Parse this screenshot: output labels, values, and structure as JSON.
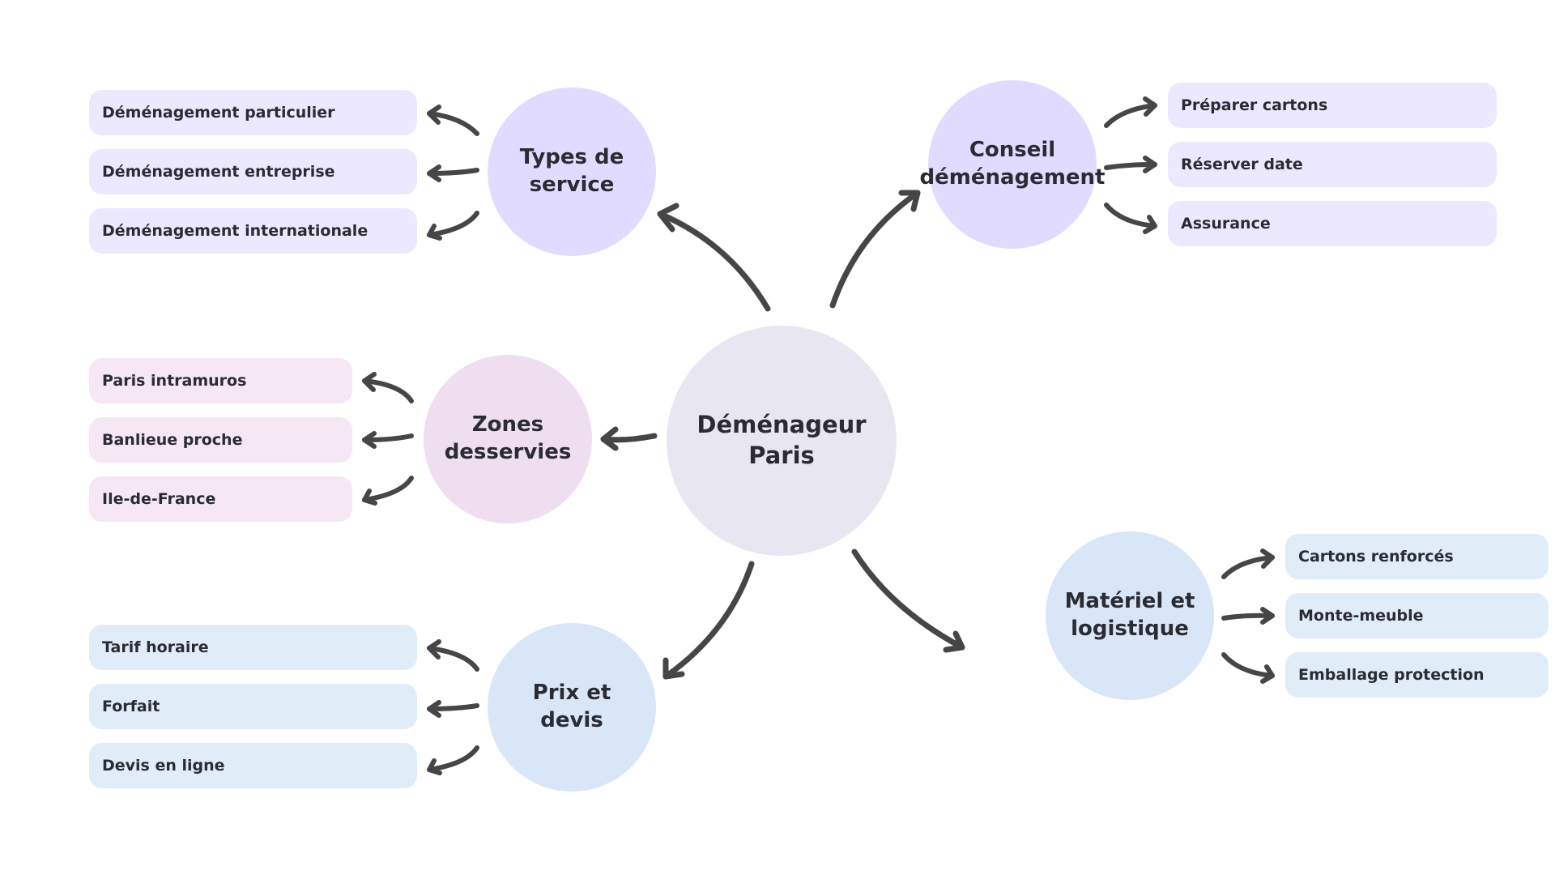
{
  "center": {
    "label": "Déménageur Paris"
  },
  "topics": {
    "types": {
      "label": "Types de service",
      "color": "#e1dcff",
      "items": [
        "Déménagement particulier",
        "Déménagement entreprise",
        "Déménagement internationale"
      ]
    },
    "conseil": {
      "label": "Conseil déménagement",
      "color": "#e1dcff",
      "items": [
        "Préparer cartons",
        "Réserver date",
        "Assurance"
      ]
    },
    "zones": {
      "label": "Zones desservies",
      "color": "#eedef0",
      "items": [
        "Paris intramuros",
        "Banlieue proche",
        "Ile-de-France"
      ]
    },
    "prix": {
      "label": "Prix et devis",
      "color": "#d8e6f8",
      "items": [
        "Tarif horaire",
        "Forfait",
        "Devis en ligne"
      ]
    },
    "materiel": {
      "label": "Matériel et logistique",
      "color": "#d8e6f8",
      "items": [
        "Cartons renforcés",
        "Monte-meuble",
        "Emballage protection"
      ]
    }
  },
  "colors": {
    "arrow": "#464649",
    "text": "#2b2b33",
    "center_fill": "#e8e7f1"
  }
}
